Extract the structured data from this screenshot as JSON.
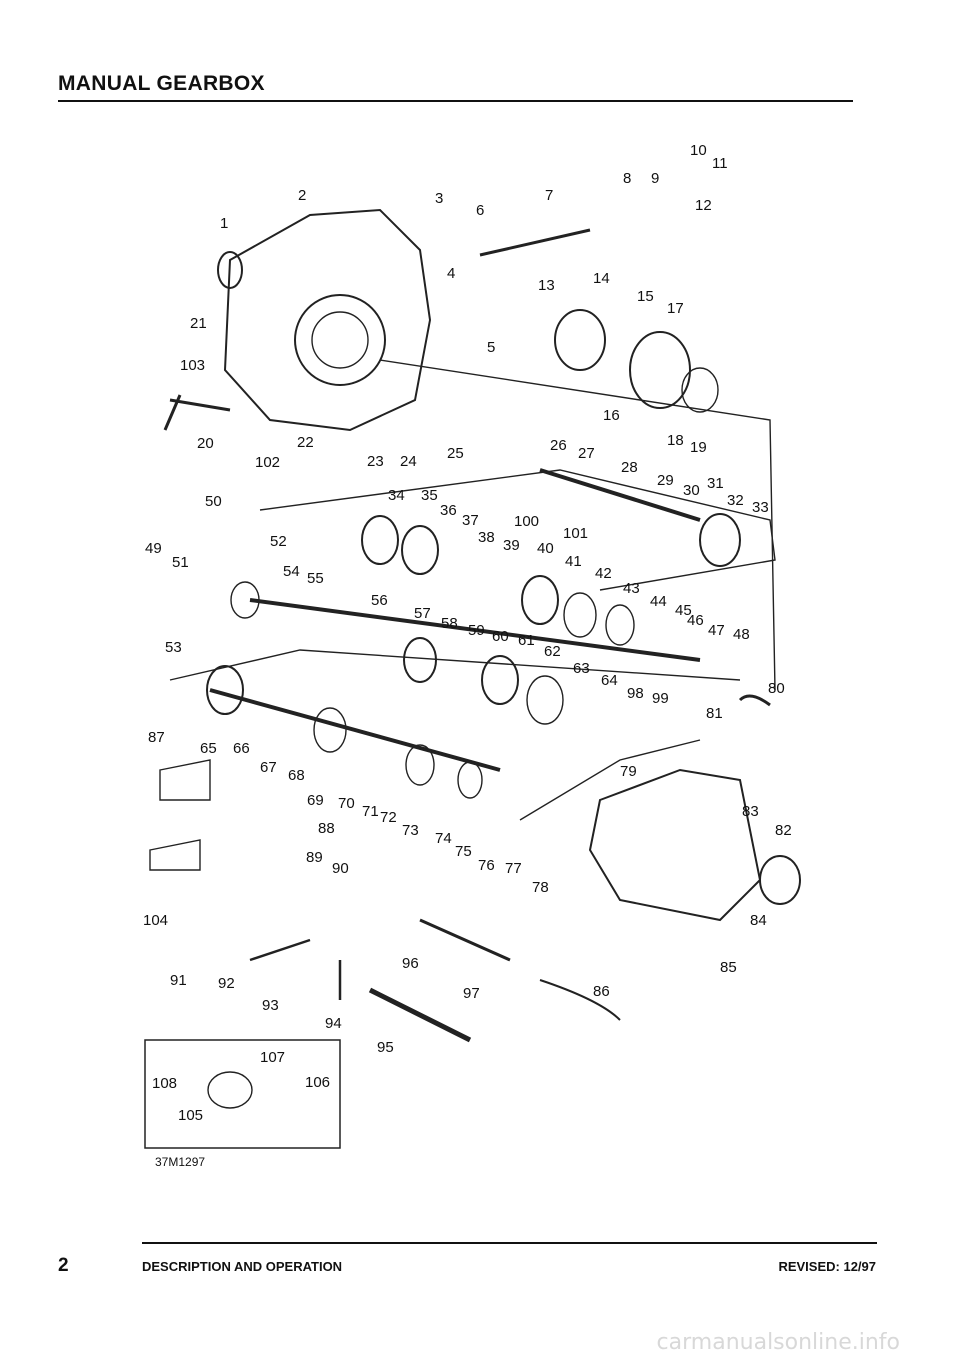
{
  "header": {
    "title": "MANUAL GEARBOX"
  },
  "figure": {
    "reference": "37M1297",
    "callouts": [
      "1",
      "2",
      "3",
      "4",
      "5",
      "6",
      "7",
      "8",
      "9",
      "10",
      "11",
      "12",
      "13",
      "14",
      "15",
      "16",
      "17",
      "18",
      "19",
      "20",
      "21",
      "22",
      "23",
      "24",
      "25",
      "26",
      "27",
      "28",
      "29",
      "30",
      "31",
      "32",
      "33",
      "34",
      "35",
      "36",
      "37",
      "38",
      "39",
      "40",
      "41",
      "42",
      "43",
      "44",
      "45",
      "46",
      "47",
      "48",
      "49",
      "50",
      "51",
      "52",
      "53",
      "54",
      "55",
      "56",
      "57",
      "58",
      "59",
      "60",
      "61",
      "62",
      "63",
      "64",
      "65",
      "66",
      "67",
      "68",
      "69",
      "70",
      "71",
      "72",
      "73",
      "74",
      "75",
      "76",
      "77",
      "78",
      "79",
      "80",
      "81",
      "82",
      "83",
      "84",
      "85",
      "86",
      "87",
      "88",
      "89",
      "90",
      "91",
      "92",
      "93",
      "94",
      "95",
      "96",
      "97",
      "98",
      "99",
      "100",
      "101",
      "102",
      "103",
      "104",
      "105",
      "106",
      "107",
      "108"
    ]
  },
  "footer": {
    "page": "2",
    "section": "DESCRIPTION AND OPERATION",
    "revised": "REVISED: 12/97"
  },
  "watermark": "carmanualsonline.info"
}
